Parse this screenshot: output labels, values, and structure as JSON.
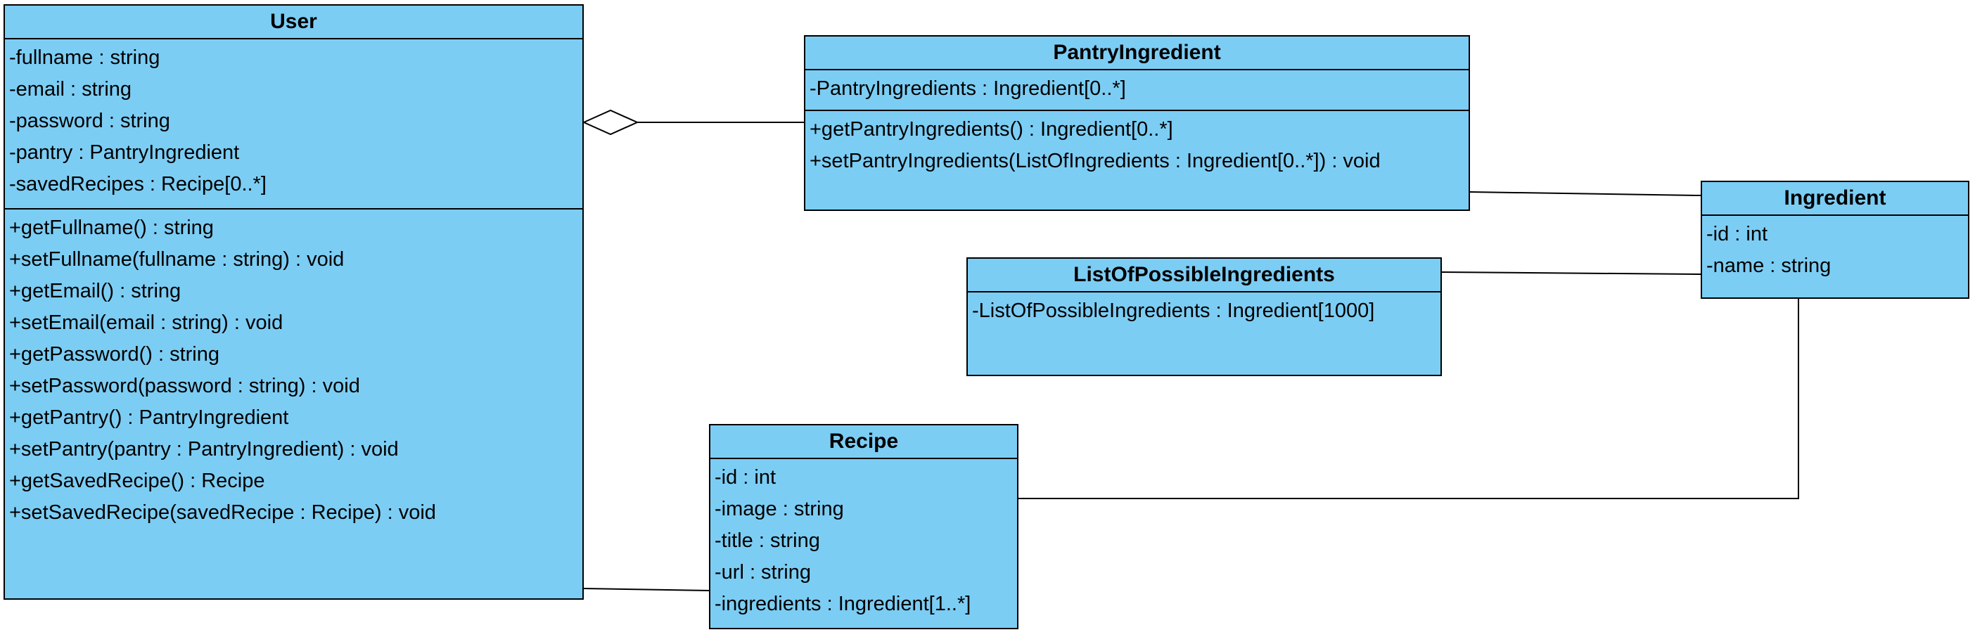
{
  "colors": {
    "class_fill": "#7ccdf4",
    "stroke": "#000000"
  },
  "classes": {
    "user": {
      "name": "User",
      "attributes": [
        "-fullname : string",
        "-email : string",
        "-password : string",
        "-pantry : PantryIngredient",
        "-savedRecipes : Recipe[0..*]"
      ],
      "operations": [
        "+getFullname() : string",
        "+setFullname(fullname : string) : void",
        "+getEmail() : string",
        "+setEmail(email : string) : void",
        "+getPassword() : string",
        "+setPassword(password : string) : void",
        "+getPantry() : PantryIngredient",
        "+setPantry(pantry : PantryIngredient) : void",
        "+getSavedRecipe() : Recipe",
        "+setSavedRecipe(savedRecipe : Recipe) : void"
      ]
    },
    "pantry": {
      "name": "PantryIngredient",
      "attributes": [
        "-PantryIngredients : Ingredient[0..*]"
      ],
      "operations": [
        "+getPantryIngredients() : Ingredient[0..*]",
        "+setPantryIngredients(ListOfIngredients : Ingredient[0..*]) : void"
      ]
    },
    "ingredient": {
      "name": "Ingredient",
      "attributes": [
        "-id : int",
        "-name : string"
      ]
    },
    "possible": {
      "name": "ListOfPossibleIngredients",
      "attributes": [
        "-ListOfPossibleIngredients : Ingredient[1000]"
      ]
    },
    "recipe": {
      "name": "Recipe",
      "attributes": [
        "-id : int",
        "-image : string",
        "-title : string",
        "-url : string",
        "-ingredients : Ingredient[1..*]"
      ]
    }
  },
  "associations": [
    {
      "from": "User",
      "to": "PantryIngredient",
      "kind": "aggregation"
    },
    {
      "from": "User",
      "to": "Recipe",
      "kind": "association"
    },
    {
      "from": "PantryIngredient",
      "to": "Ingredient",
      "kind": "association"
    },
    {
      "from": "ListOfPossibleIngredients",
      "to": "Ingredient",
      "kind": "association"
    },
    {
      "from": "Recipe",
      "to": "Ingredient",
      "kind": "association"
    }
  ]
}
